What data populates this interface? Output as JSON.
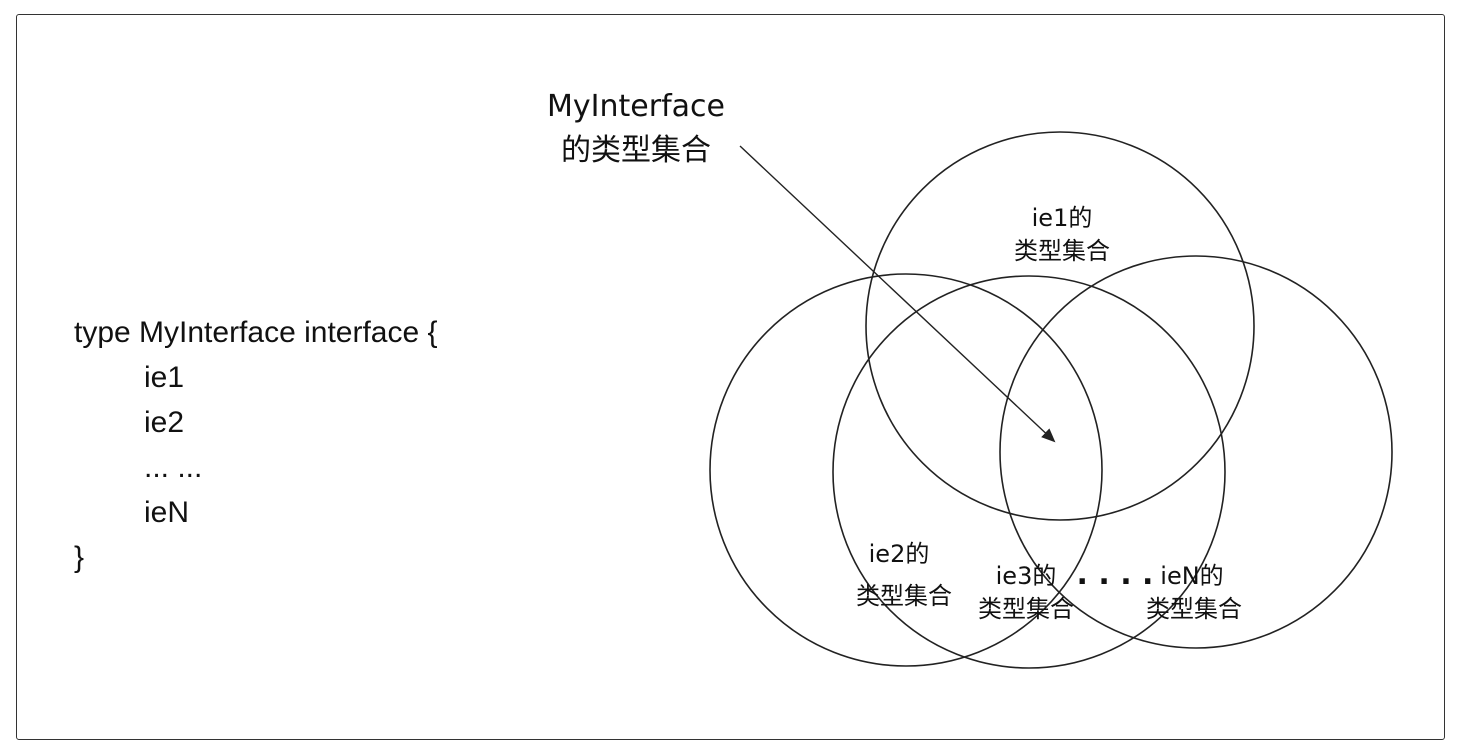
{
  "code": {
    "open": "type MyInterface interface {",
    "members": [
      "ie1",
      "ie2",
      "... ...",
      "ieN"
    ],
    "close": "}"
  },
  "diagram": {
    "pointer_label": [
      "MyInterface",
      "的类型集合"
    ],
    "sets": [
      {
        "id": "ie1",
        "label": [
          "ie1的",
          "类型集合"
        ]
      },
      {
        "id": "ie2",
        "label": [
          "ie2的",
          "类型集合"
        ]
      },
      {
        "id": "ie3",
        "label": [
          "ie3的",
          "类型集合"
        ]
      },
      {
        "id": "ieN",
        "label": [
          "ieN的",
          "类型集合"
        ]
      }
    ],
    "ellipsis": ". . . ."
  },
  "colors": {
    "stroke": "#222222",
    "text": "#111111",
    "background": "#ffffff"
  }
}
